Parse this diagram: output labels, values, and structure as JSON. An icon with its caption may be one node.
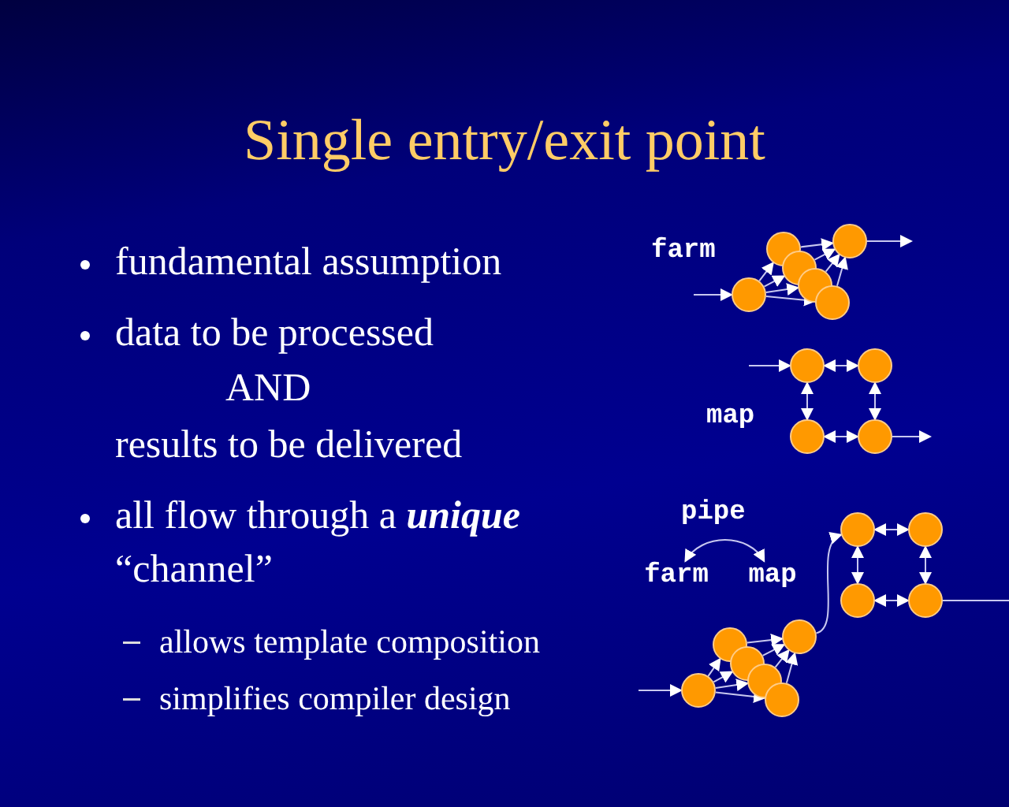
{
  "diagram": {
    "title": "Single entry/exit point",
    "nodes": [
      {
        "text": [],
        "shape": "circle"
      },
      {
        "text": [],
        "shape": "circle"
      },
      {
        "text": [],
        "shape": "circle"
      },
      {
        "text": [],
        "shape": "circle"
      },
      {
        "text": [],
        "shape": "circle"
      },
      {
        "text": [],
        "shape": "circle"
      },
      {
        "text": [],
        "shape": "circle"
      },
      {
        "text": [],
        "shape": "circle"
      },
      {
        "text": [],
        "shape": "circle"
      },
      {
        "text": [],
        "shape": "circle"
      },
      {
        "text": [
          "farm"
        ]
      },
      {
        "text": [
          "map"
        ]
      },
      {
        "text": [],
        "shape": "circle"
      },
      {
        "text": [],
        "shape": "circle"
      },
      {
        "text": [],
        "shape": "circle"
      },
      {
        "text": [],
        "shape": "circle"
      },
      {
        "text": [],
        "shape": "circle"
      },
      {
        "text": [],
        "shape": "circle"
      },
      {
        "text": [],
        "shape": "circle"
      },
      {
        "text": [],
        "shape": "circle"
      },
      {
        "text": [],
        "shape": "circle"
      },
      {
        "text": [],
        "shape": "circle"
      }
    ],
    "edges": [
      {
        "from": null,
        "to": 0,
        "arrow": "to"
      },
      {
        "from": 0,
        "to": 1,
        "arrow": "to"
      },
      {
        "from": 0,
        "to": 2,
        "arrow": "to"
      },
      {
        "from": 0,
        "to": 3,
        "arrow": "to"
      },
      {
        "from": 0,
        "to": 4,
        "arrow": "to"
      },
      {
        "from": 1,
        "to": 5,
        "arrow": "to"
      },
      {
        "from": 2,
        "to": 5,
        "arrow": "to"
      },
      {
        "from": 3,
        "to": 5,
        "arrow": "to"
      },
      {
        "from": 4,
        "to": 5,
        "arrow": "to"
      },
      {
        "from": 5,
        "to": null,
        "arrow": "to"
      },
      {
        "from": null,
        "to": 6,
        "arrow": "to"
      },
      {
        "from": 6,
        "to": 7,
        "arrow": "both"
      },
      {
        "from": 6,
        "to": 8,
        "arrow": "both"
      },
      {
        "from": 7,
        "to": 9,
        "arrow": "both"
      },
      {
        "from": 8,
        "to": 9,
        "arrow": "both"
      },
      {
        "from": 9,
        "to": null,
        "arrow": "to"
      },
      {
        "from": 10,
        "to": 11,
        "arrow": "both"
      },
      {
        "from": null,
        "to": 12,
        "arrow": "to"
      },
      {
        "from": 12,
        "to": 13,
        "arrow": "to"
      },
      {
        "from": 12,
        "to": 14,
        "arrow": "to"
      },
      {
        "from": 12,
        "to": 15,
        "arrow": "to"
      },
      {
        "from": 12,
        "to": 16,
        "arrow": "to"
      },
      {
        "from": 13,
        "to": 17,
        "arrow": "to"
      },
      {
        "from": 14,
        "to": 17,
        "arrow": "to"
      },
      {
        "from": 15,
        "to": 17,
        "arrow": "to"
      },
      {
        "from": 16,
        "to": 17,
        "arrow": "to"
      },
      {
        "from": 17,
        "to": 18,
        "arrow": "to"
      },
      {
        "from": 18,
        "to": 19,
        "arrow": "both"
      },
      {
        "from": 18,
        "to": 20,
        "arrow": "both"
      },
      {
        "from": 19,
        "to": 21,
        "arrow": "both"
      },
      {
        "from": 20,
        "to": 21,
        "arrow": "both"
      },
      {
        "from": 21,
        "to": null,
        "arrow": "none"
      }
    ],
    "labels": [
      "fundamental assumption",
      "data to be processed",
      "AND",
      "results to be delivered",
      "all flow through a **unique** “channel”",
      "allows template composition",
      "simplifies compiler design",
      "farm",
      "map",
      "pipe"
    ]
  }
}
